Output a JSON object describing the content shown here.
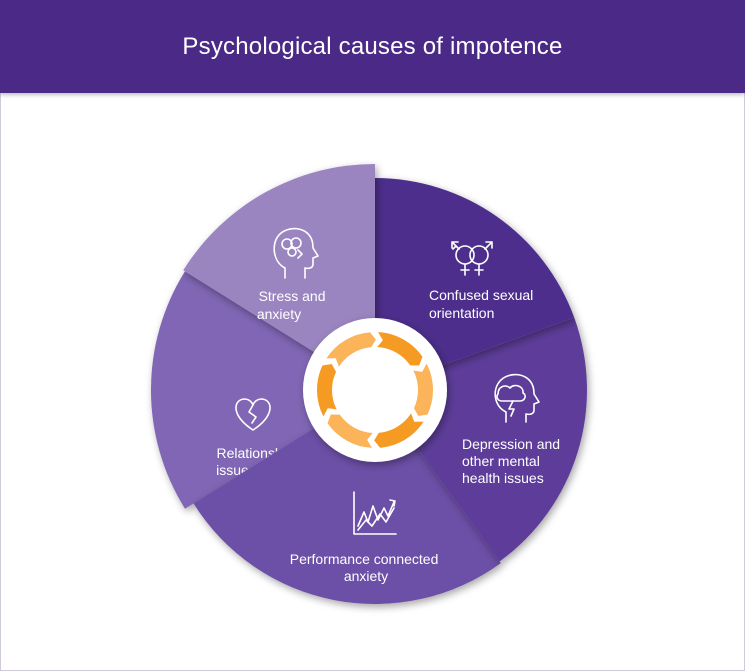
{
  "title": "Psychological causes of impotence",
  "segments": [
    {
      "id": "stress",
      "lines": [
        "Stress and",
        "anxiety"
      ],
      "icon": "head-stress-icon",
      "color": "#9a85c0"
    },
    {
      "id": "orientation",
      "lines": [
        "Confused sexual",
        "orientation"
      ],
      "icon": "gender-symbols-icon",
      "color": "#4e2d8c"
    },
    {
      "id": "depression",
      "lines": [
        "Depression and",
        "other mental",
        "health issues"
      ],
      "icon": "head-lightning-icon",
      "color": "#5d3c99"
    },
    {
      "id": "performance",
      "lines": [
        "Performance connected",
        "anxiety"
      ],
      "icon": "fluctuating-chart-icon",
      "color": "#6c4fa6"
    },
    {
      "id": "relationship",
      "lines": [
        "Relationship",
        "issues"
      ],
      "icon": "broken-heart-icon",
      "color": "#8066b4"
    }
  ],
  "center": {
    "icon": "cycle-arrows-icon",
    "ring_colors": [
      "#f59a23",
      "#fbb45a"
    ]
  }
}
